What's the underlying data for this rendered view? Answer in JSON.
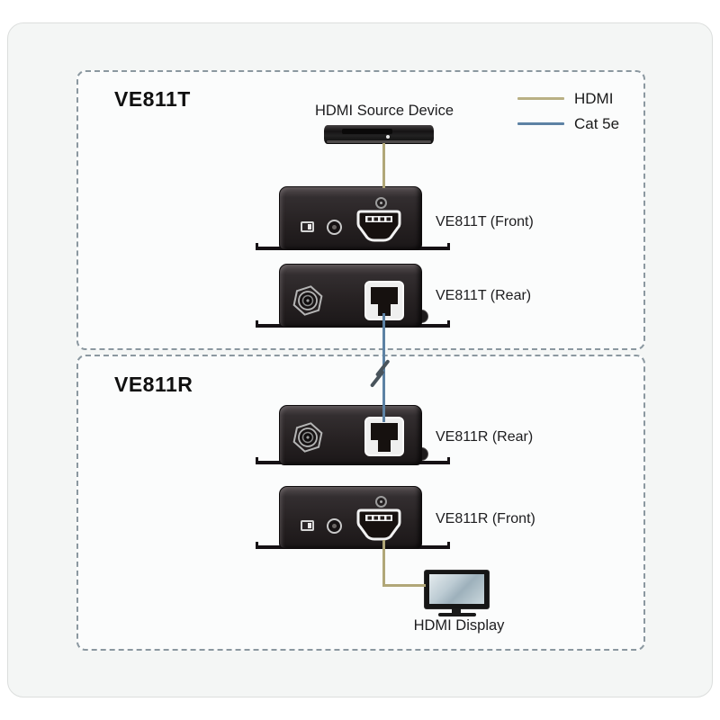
{
  "transmitter": {
    "title": "VE811T",
    "source_label": "HDMI Source Device",
    "front_label": "VE811T (Front)",
    "rear_label": "VE811T (Rear)"
  },
  "receiver": {
    "title": "VE811R",
    "rear_label": "VE811R (Rear)",
    "front_label": "VE811R (Front)",
    "display_label": "HDMI Display"
  },
  "legend": {
    "hdmi": {
      "label": "HDMI",
      "color": "#b1a778"
    },
    "cat5e": {
      "label": "Cat 5e",
      "color": "#5d82a4"
    }
  },
  "colors": {
    "hdmi_cable": "#b1a778",
    "cat5e_cable": "#5d82a4",
    "dashed_border": "#8b98a0",
    "device_body": "#272223"
  }
}
